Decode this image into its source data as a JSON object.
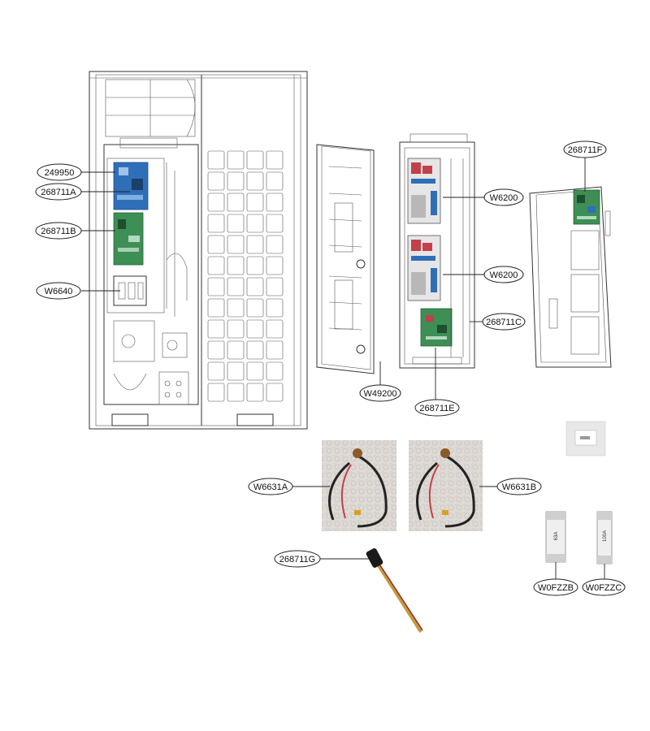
{
  "callouts": {
    "c249950": "249950",
    "c268711A": "268711A",
    "c268711B": "268711B",
    "cW6640": "W6640",
    "cW6200a": "W6200",
    "cW6200b": "W6200",
    "cW49200": "W49200",
    "c268711C": "268711C",
    "c268711E": "268711E",
    "c268711F": "268711F",
    "cW6631A": "W6631A",
    "cW6631B": "W6631B",
    "c268711G": "268711G",
    "cW0FZZB": "W0FZZB",
    "cW0FZZC": "W0FZZC"
  },
  "fuse_labels": {
    "left": "63A",
    "right": "100A"
  },
  "colors": {
    "line": "#333333",
    "board_blue": "#2f6fb8",
    "board_green": "#3d8f55",
    "relay_red": "#c2404a",
    "photo_bg": "#d9d6d2"
  }
}
